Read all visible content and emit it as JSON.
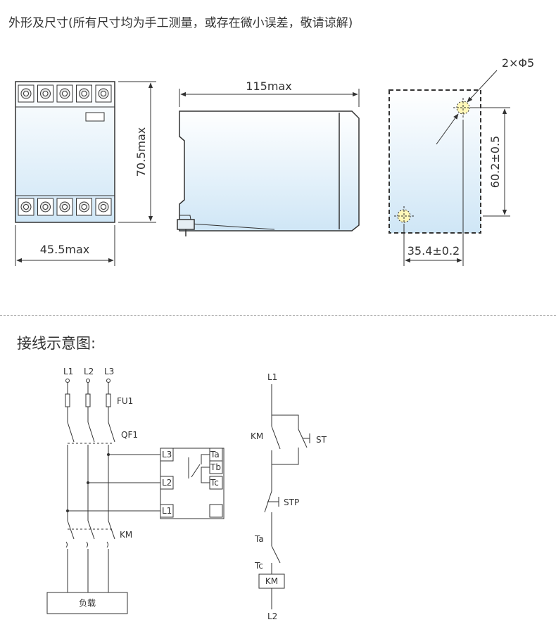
{
  "dimension_section": {
    "title": "外形及尺寸(所有尺寸均为手工测量，或存在微小误差，敬请谅解)",
    "front_view": {
      "width_label": "45.5max",
      "height_label": "70.5max"
    },
    "side_view": {
      "depth_label": "115max"
    },
    "mounting_view": {
      "hole_label": "2×Φ5",
      "vertical_spacing_label": "60.2±0.5",
      "horizontal_spacing_label": "35.4±0.2"
    }
  },
  "wiring_section": {
    "title": "接线示意图:",
    "main_circuit": {
      "phases": [
        "L1",
        "L2",
        "L3"
      ],
      "fuse_label": "FU1",
      "breaker_label": "QF1",
      "relay_input_terminals": [
        "L3",
        "L2",
        "L1"
      ],
      "relay_output_terminals": [
        "Ta",
        "Tb",
        "Tc"
      ],
      "contactor_label": "KM",
      "load_label": "负载"
    },
    "control_circuit": {
      "top_label": "L1",
      "contactor_contact_label": "KM",
      "start_button_label": "ST",
      "stop_button_label": "STP",
      "relay_contact_top": "Ta",
      "relay_contact_bottom": "Tc",
      "coil_label": "KM",
      "bottom_label": "L2"
    }
  },
  "colors": {
    "line": "#333333",
    "fill_light": "#d6ecf8",
    "background": "#ffffff"
  }
}
